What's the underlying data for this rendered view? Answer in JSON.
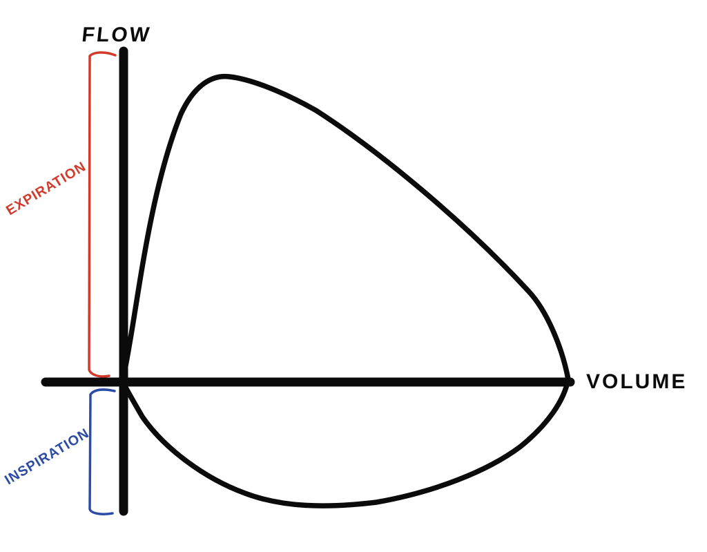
{
  "figure": {
    "background": "#ffffff",
    "ink_color": "#0b0b0b",
    "y_axis_label": "FLOW",
    "x_axis_label": "VOLUME",
    "annotations": {
      "expiration": {
        "label": "EXPIRATION",
        "color": "#d23b2b"
      },
      "inspiration": {
        "label": "INSPIRATION",
        "color": "#2b4ba6"
      }
    }
  },
  "chart_data": {
    "type": "line",
    "title": "",
    "xlabel": "VOLUME",
    "ylabel": "FLOW",
    "axis_ticks": "none",
    "grid": false,
    "legend_position": "none",
    "units": "arbitrary (hand-drawn, unlabeled axes); flow normalized to peak expiratory flow = 1, volume normalized 0-1 left to right",
    "xlim": [
      0,
      1
    ],
    "ylim": [
      -0.5,
      1.1
    ],
    "series": [
      {
        "name": "EXPIRATION",
        "region": "above volume axis",
        "x": [
          0.0,
          0.05,
          0.08,
          0.13,
          0.18,
          0.24,
          0.3,
          0.42,
          0.63,
          0.81,
          0.9,
          0.94,
          1.0
        ],
        "y": [
          0.0,
          0.4,
          0.63,
          0.85,
          0.97,
          1.0,
          0.97,
          0.9,
          0.62,
          0.34,
          0.24,
          0.2,
          0.0
        ]
      },
      {
        "name": "INSPIRATION",
        "region": "below volume axis",
        "x": [
          0.0,
          0.09,
          0.18,
          0.28,
          0.4,
          0.5,
          0.61,
          0.68,
          0.78,
          0.87,
          0.94,
          0.97,
          1.0
        ],
        "y": [
          0.0,
          -0.21,
          -0.33,
          -0.39,
          -0.41,
          -0.4,
          -0.37,
          -0.33,
          -0.27,
          -0.21,
          -0.12,
          -0.09,
          0.0
        ]
      }
    ]
  }
}
